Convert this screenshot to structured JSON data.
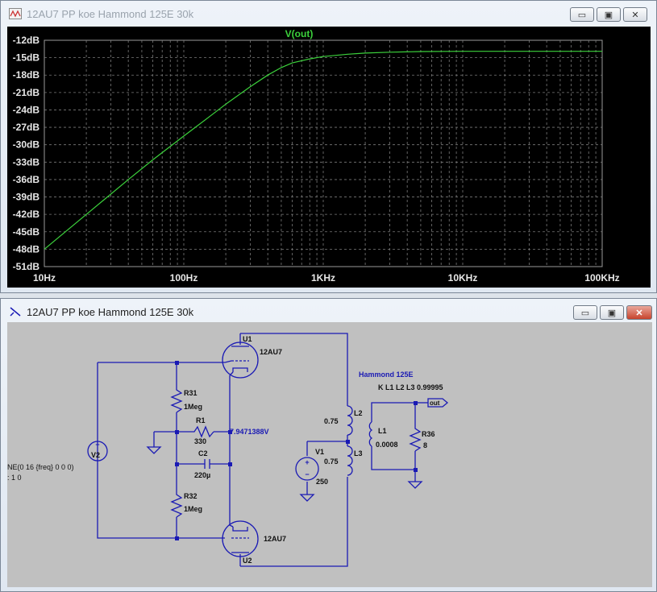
{
  "plot_window": {
    "title": "12AU7 PP koe Hammond 125E 30k",
    "buttons": {
      "minimize": "▭",
      "maximize": "▣",
      "close": "✕"
    }
  },
  "schematic_window": {
    "title": "12AU7 PP koe Hammond 125E 30k",
    "buttons": {
      "minimize": "▭",
      "maximize": "▣",
      "close": "✕"
    }
  },
  "chart_data": {
    "type": "line",
    "title": "V(out)",
    "x_scale": "log",
    "xlim": [
      10,
      100000
    ],
    "ylim": [
      -51,
      -12
    ],
    "x_ticks": [
      10,
      100,
      1000,
      10000,
      100000
    ],
    "x_tick_labels": [
      "10Hz",
      "100Hz",
      "1KHz",
      "10KHz",
      "100KHz"
    ],
    "y_ticks": [
      -12,
      -15,
      -18,
      -21,
      -24,
      -27,
      -30,
      -33,
      -36,
      -39,
      -42,
      -45,
      -48,
      -51
    ],
    "y_tick_labels": [
      "-12dB",
      "-15dB",
      "-18dB",
      "-21dB",
      "-24dB",
      "-27dB",
      "-30dB",
      "-33dB",
      "-36dB",
      "-39dB",
      "-42dB",
      "-45dB",
      "-48dB",
      "-51dB"
    ],
    "grid": true,
    "series": [
      {
        "name": "V(out)",
        "color": "#3cd23c",
        "x": [
          10,
          20,
          40,
          60,
          100,
          150,
          200,
          300,
          400,
          500,
          600,
          800,
          1000,
          1500,
          2000,
          3000,
          5000,
          10000,
          20000,
          50000,
          100000
        ],
        "y": [
          -48,
          -42,
          -36,
          -32.6,
          -28.5,
          -25.3,
          -23,
          -20,
          -18,
          -16.7,
          -15.9,
          -15.2,
          -14.8,
          -14.4,
          -14.2,
          -14.05,
          -13.95,
          -13.9,
          -13.9,
          -13.9,
          -13.9
        ]
      }
    ]
  },
  "schematic": {
    "components": {
      "u1": {
        "ref": "U1",
        "value": "12AU7"
      },
      "u2": {
        "ref": "U2",
        "value": "12AU7"
      },
      "r31": {
        "ref": "R31",
        "value": "1Meg"
      },
      "r1": {
        "ref": "R1",
        "value": "330"
      },
      "c2": {
        "ref": "C2",
        "value": "220µ"
      },
      "r32": {
        "ref": "R32",
        "value": "1Meg"
      },
      "v2": {
        "ref": "V2"
      },
      "v1": {
        "ref": "V1",
        "value": "250"
      },
      "l2": {
        "ref": "L2",
        "value": "0.75"
      },
      "l3": {
        "ref": "L3",
        "value": "0.75"
      },
      "l1": {
        "ref": "L1",
        "value": "0.0008"
      },
      "r36": {
        "ref": "R36",
        "value": "8"
      }
    },
    "node_voltage": "7.9471388V",
    "transformer_label": "Hammond 125E",
    "coupling": "K L1 L2 L3 0.99995",
    "out_label": "out",
    "source_line1": "NE(0 16 {freq} 0 0 0)",
    "source_line2": ": 1 0"
  },
  "colors": {
    "wire": "#1a1ab4",
    "trace": "#3cd23c",
    "plot_bg": "#000000",
    "schematic_bg": "#c0c0c0"
  }
}
